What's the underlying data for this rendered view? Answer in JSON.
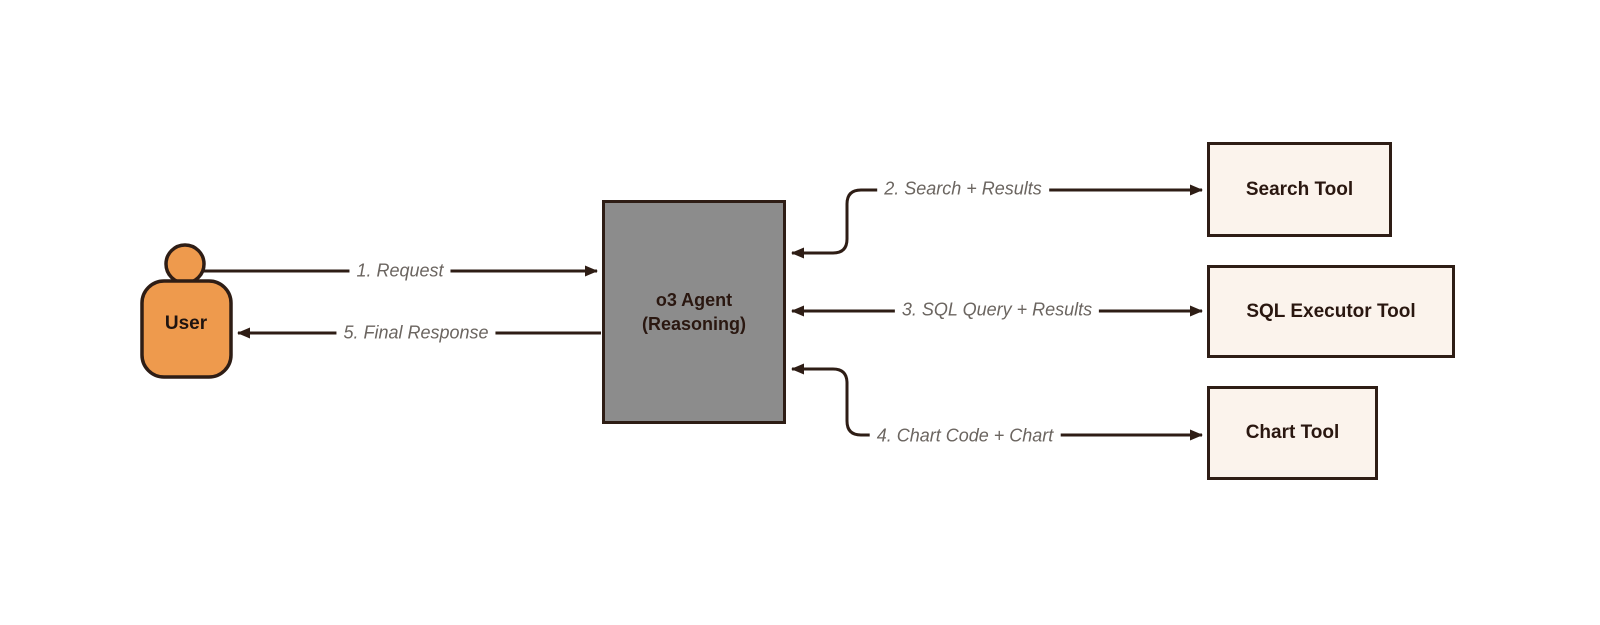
{
  "diagram": {
    "nodes": {
      "user": {
        "label": "User"
      },
      "agent": {
        "line1": "o3 Agent",
        "line2": "(Reasoning)"
      },
      "search_tool": {
        "label": "Search Tool"
      },
      "sql_tool": {
        "label": "SQL Executor Tool"
      },
      "chart_tool": {
        "label": "Chart Tool"
      }
    },
    "edges": {
      "request": {
        "label": "1. Request",
        "from": "user",
        "to": "agent"
      },
      "final_response": {
        "label": "5. Final Response",
        "from": "agent",
        "to": "user"
      },
      "search": {
        "label": "2. Search + Results",
        "between": [
          "agent",
          "search_tool"
        ]
      },
      "sql": {
        "label": "3. SQL Query + Results",
        "between": [
          "agent",
          "sql_tool"
        ]
      },
      "chart": {
        "label": "4. Chart Code + Chart",
        "between": [
          "agent",
          "chart_tool"
        ]
      }
    },
    "colors": {
      "background": "#ffffff",
      "stroke": "#2e1d15",
      "user_fill": "#ee9a4d",
      "agent_fill": "#8c8c8c",
      "tool_fill": "#fbf3ec",
      "edge_label_text": "#6b6560",
      "node_text": "#2a1710"
    }
  }
}
